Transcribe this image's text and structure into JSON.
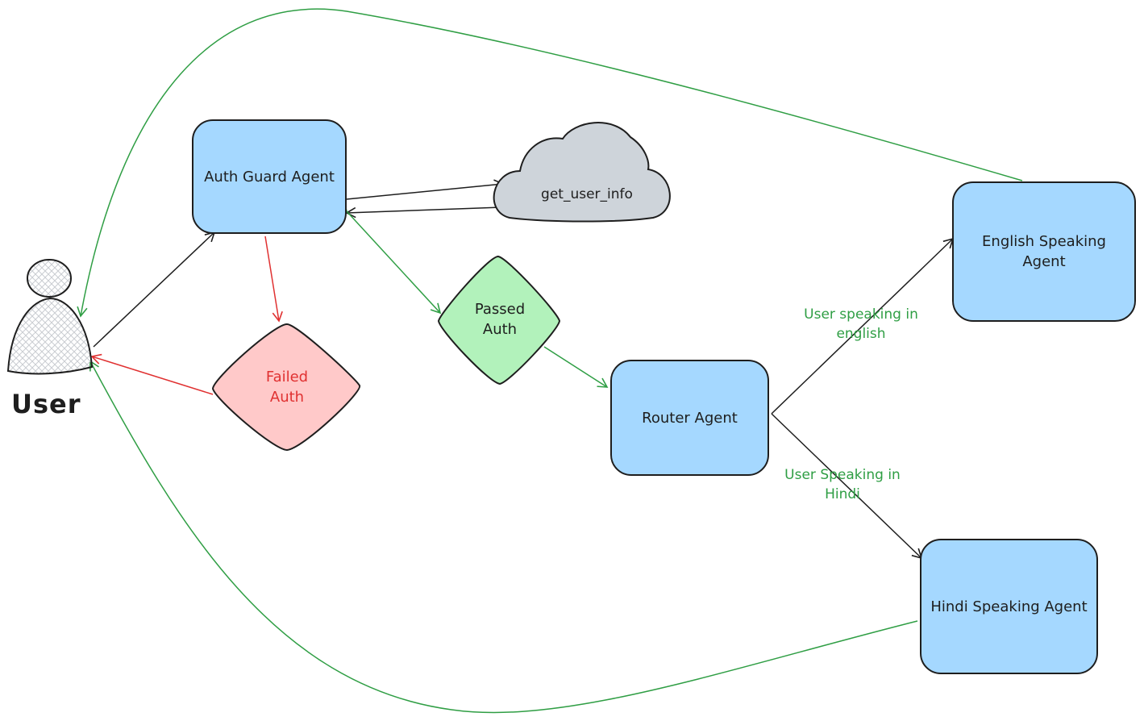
{
  "colors": {
    "agent_fill": "#a5d8ff",
    "stroke": "#1e1e1e",
    "green_edge": "#2f9e44",
    "red_edge": "#e03131",
    "passed_fill": "#b2f2bb",
    "failed_fill": "#ffc9c9",
    "cloud_fill": "#ced4da",
    "failed_text": "#e03131",
    "label_text": "#2f9e44"
  },
  "nodes": {
    "user": {
      "label": "User",
      "icon": "user-icon"
    },
    "auth_guard": {
      "label": "Auth Guard Agent"
    },
    "tool": {
      "label": "get_user_info",
      "icon": "cloud-icon"
    },
    "passed": {
      "line1": "Passed",
      "line2": "Auth"
    },
    "failed": {
      "line1": "Failed",
      "line2": "Auth"
    },
    "router": {
      "label": "Router Agent"
    },
    "english": {
      "line1": "English Speaking",
      "line2": "Agent"
    },
    "hindi": {
      "label": "Hindi Speaking Agent"
    }
  },
  "edges": {
    "english_label": {
      "line1": "User speaking in",
      "line2": "english"
    },
    "hindi_label": {
      "line1": "User Speaking in",
      "line2": "Hindi"
    }
  }
}
